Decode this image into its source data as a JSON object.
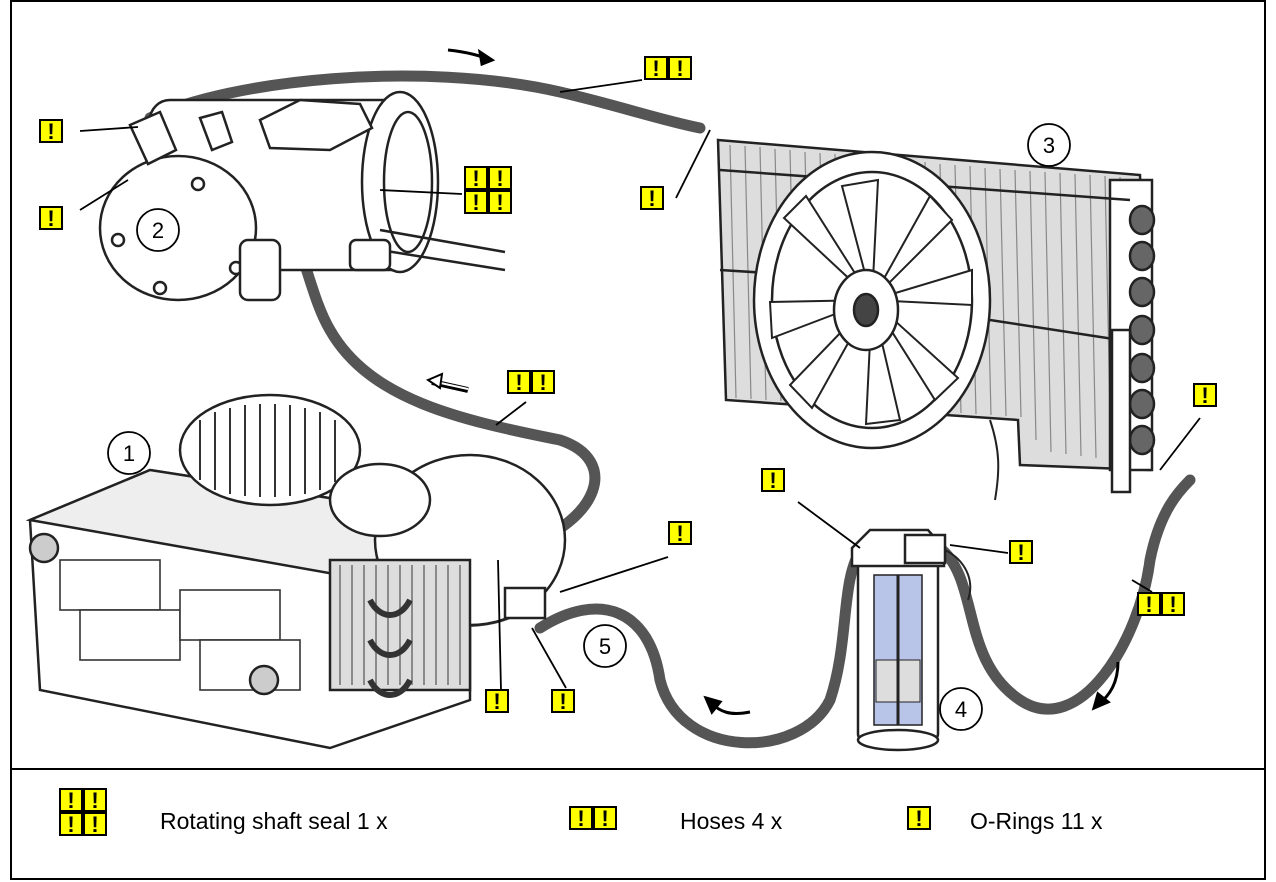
{
  "colors": {
    "badge_fill": "#ffff00",
    "badge_border": "#000000",
    "hose": "#555555",
    "line_art": "#222222",
    "background": "#ffffff"
  },
  "badge_symbol": "!",
  "components": [
    {
      "number": "1"
    },
    {
      "number": "2"
    },
    {
      "number": "3"
    },
    {
      "number": "4"
    },
    {
      "number": "5"
    }
  ],
  "legend": [
    {
      "symbol": "rotating-shaft-seal-badge",
      "label": "Rotating shaft seal  1 x"
    },
    {
      "symbol": "hose-badge",
      "label": "Hoses 4 x"
    },
    {
      "symbol": "o-ring-badge",
      "label": "O-Rings 11 x"
    }
  ]
}
